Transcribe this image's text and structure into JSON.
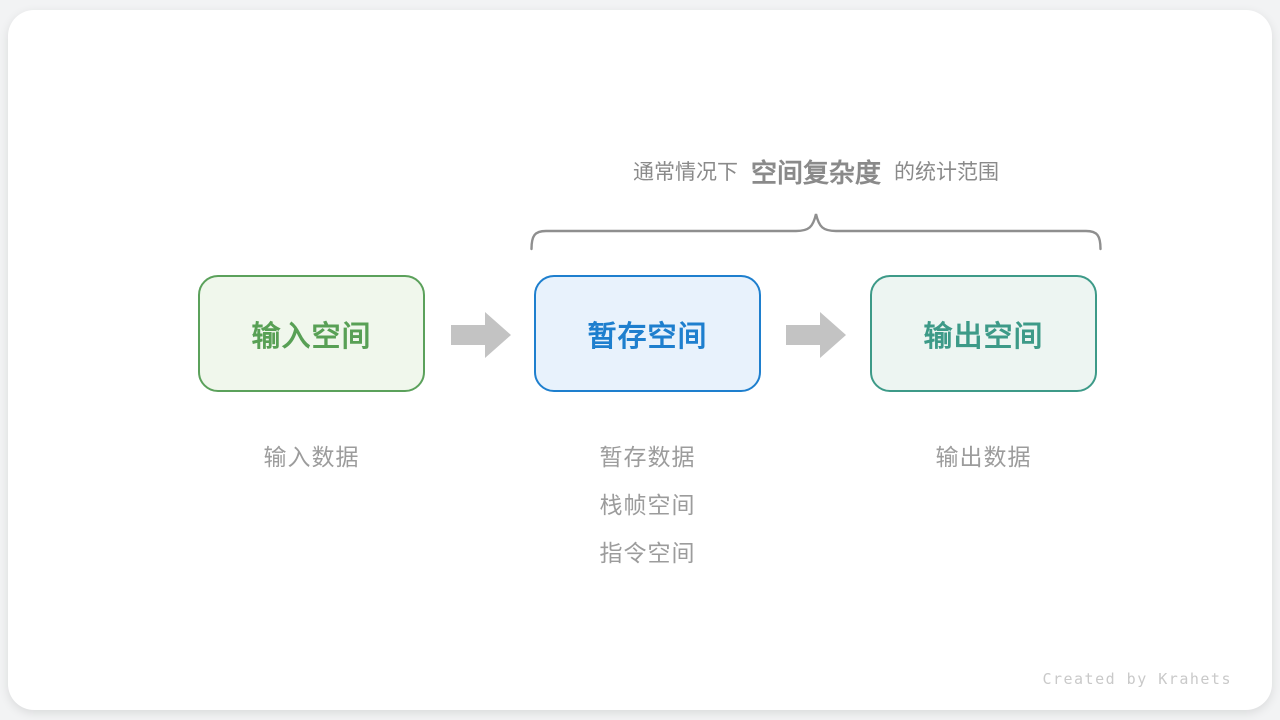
{
  "page": {
    "background_color": "#f2f3f4",
    "card_background_color": "#ffffff"
  },
  "annotation": {
    "prefix": "通常情况下",
    "highlight": "空间复杂度",
    "suffix": "的统计范围",
    "text_color": "#8a8a8a",
    "brace_color": "#8f8f8f"
  },
  "boxes": [
    {
      "id": "input-space",
      "label": "输入空间",
      "border_color": "#5ba15b",
      "background": "#f0f7ec",
      "text_color": "#58a055",
      "notes": [
        "输入数据"
      ]
    },
    {
      "id": "buffer-space",
      "label": "暂存空间",
      "border_color": "#1e7fce",
      "background": "#e8f2fc",
      "text_color": "#1e7fce",
      "notes": [
        "暂存数据",
        "栈帧空间",
        "指令空间"
      ]
    },
    {
      "id": "output-space",
      "label": "输出空间",
      "border_color": "#3d9a88",
      "background": "#edf5f2",
      "text_color": "#3d9a88",
      "notes": [
        "输出数据"
      ]
    }
  ],
  "arrow_color": "#c3c3c3",
  "notes_color": "#9c9c9c",
  "watermark": "Created by Krahets"
}
